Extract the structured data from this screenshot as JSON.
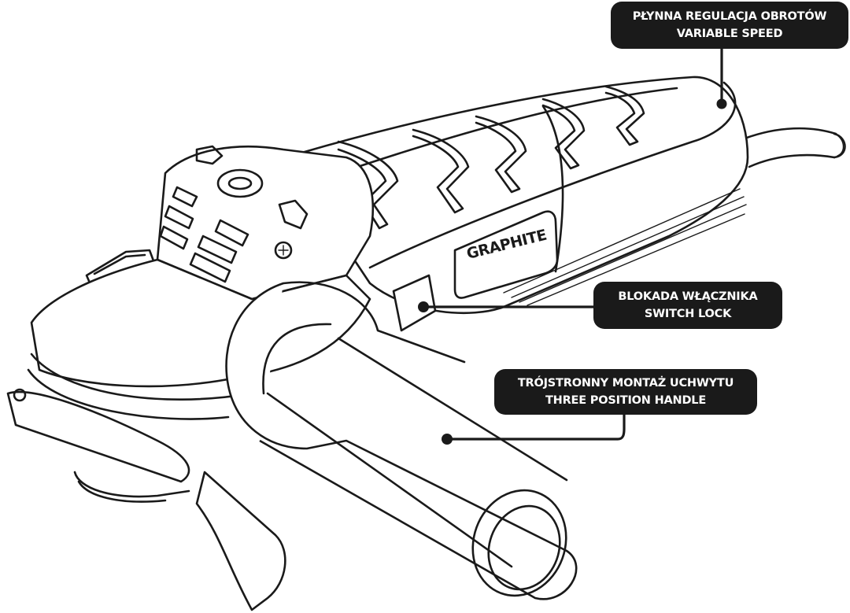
{
  "diagram": {
    "subject": "angle grinder",
    "brand_logo": "GRAPHITE",
    "colors": {
      "line": "#1a1a1a",
      "label_bg": "#1a1a1a",
      "label_text": "#ffffff",
      "background": "#ffffff"
    },
    "callouts": [
      {
        "id": "variable-speed",
        "line1": "PŁYNNA REGULACJA OBROTÓW",
        "line2": "VARIABLE SPEED",
        "target": "rear housing / speed dial"
      },
      {
        "id": "switch-lock",
        "line1": "BLOKADA WŁĄCZNIKA",
        "line2": "SWITCH LOCK",
        "target": "switch lock button"
      },
      {
        "id": "handle",
        "line1": "TRÓJSTRONNY MONTAŻ UCHWYTU",
        "line2": "THREE POSITION HANDLE",
        "target": "side handle"
      }
    ]
  }
}
